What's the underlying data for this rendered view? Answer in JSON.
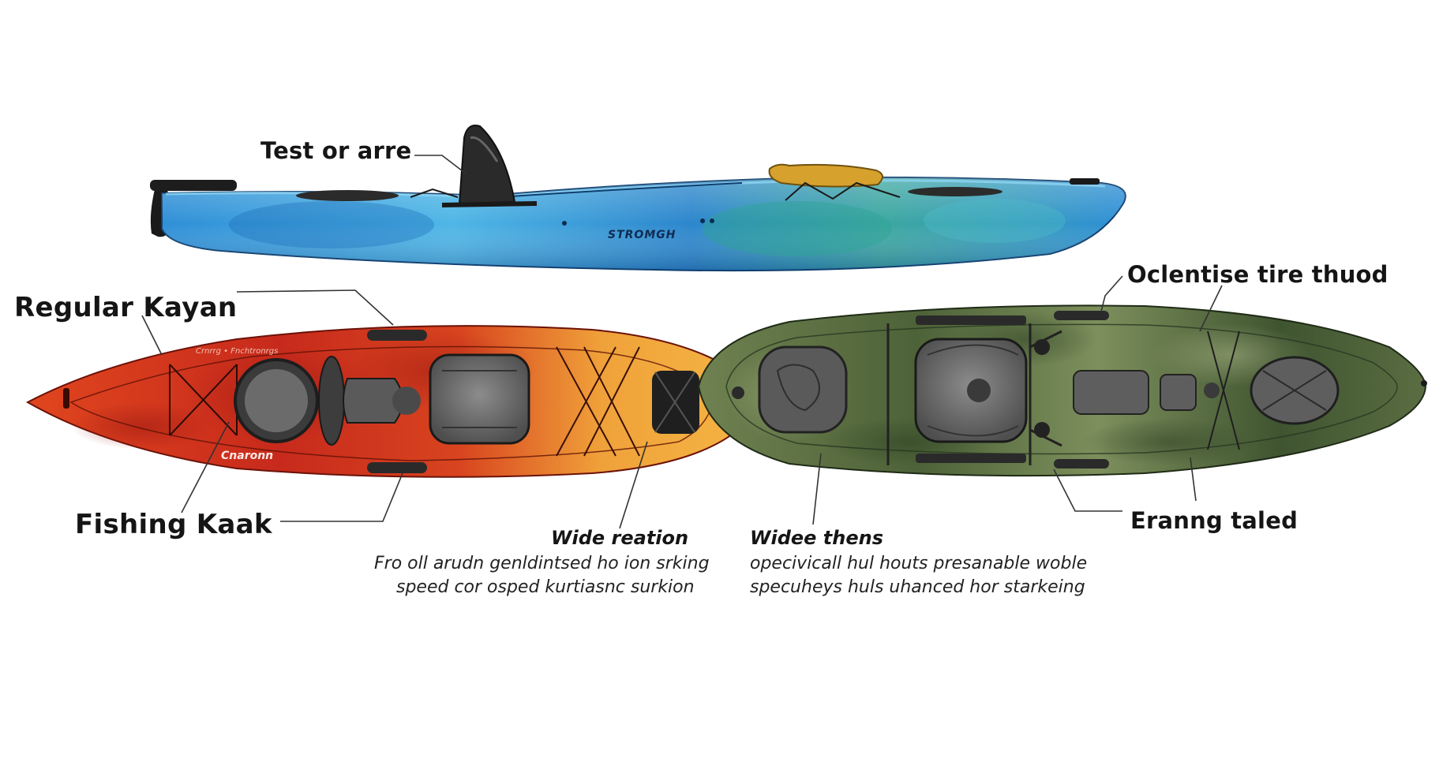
{
  "labels": {
    "top_callout": "Test or arre",
    "regular_kayak": "Regular  Kayan",
    "fishing_kayak": "Fishing Kaak",
    "green_top_callout": "Oclentise tire thuod",
    "green_bottom_callout": "Eranng taled",
    "wide_heading_left": "Wide reation",
    "wide_heading_right": "Widee thens"
  },
  "descriptions": {
    "left_line1": "Fro oll arudn genldintsed ho ion srking",
    "left_line2": "speed cor osped kurtiasnc surkion",
    "right_line1": "opecivicall hul houts presanable woble",
    "right_line2": "specuheys huls uhanced hor starkeing"
  },
  "hull_text": {
    "blue_brand": "STROMGH",
    "red_brand": "Cnaronn",
    "red_small": "Crnrrg • Fnchtronrgs"
  },
  "colors": {
    "blue_light": "#4fb6e6",
    "blue_dark": "#1c6fb5",
    "red_dark": "#c72a1c",
    "orange": "#f0a23a",
    "green_dark": "#3f5430",
    "green_light": "#7d8f5c",
    "seat_gray": "#6e6e6e"
  }
}
